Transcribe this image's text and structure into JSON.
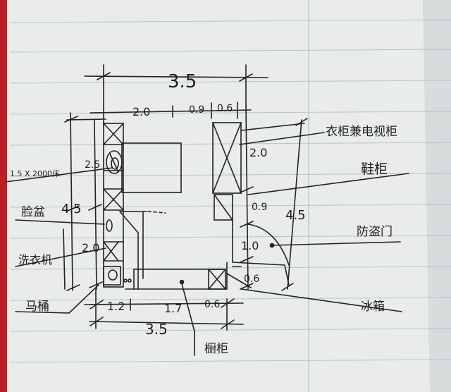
{
  "dims": {
    "top_total": "3.5",
    "top_left": "2.0",
    "top_mid": "0.9",
    "top_right": "0.6",
    "closet_height": "2.0",
    "bed_width": "2.5",
    "bath_left": "4.5",
    "bath_mid": "2.0",
    "shoe_gap": "0.9",
    "right_total": "4.5",
    "door_width": "1.0",
    "fridge_gap": "0.6",
    "bottom_left": "1.2",
    "bottom_mid": "1.7",
    "bottom_right": "0.6",
    "bottom_total": "3.5"
  },
  "labels": {
    "bed": "1.5 X 2000床",
    "washbasin": "脸盆",
    "washer": "洗衣机",
    "toilet": "马桶",
    "wardrobe_tv": "衣柜兼电视柜",
    "shoe_cabinet": "鞋柜",
    "security_door": "防盗门",
    "fridge": "冰箱",
    "cabinet": "橱柜"
  }
}
